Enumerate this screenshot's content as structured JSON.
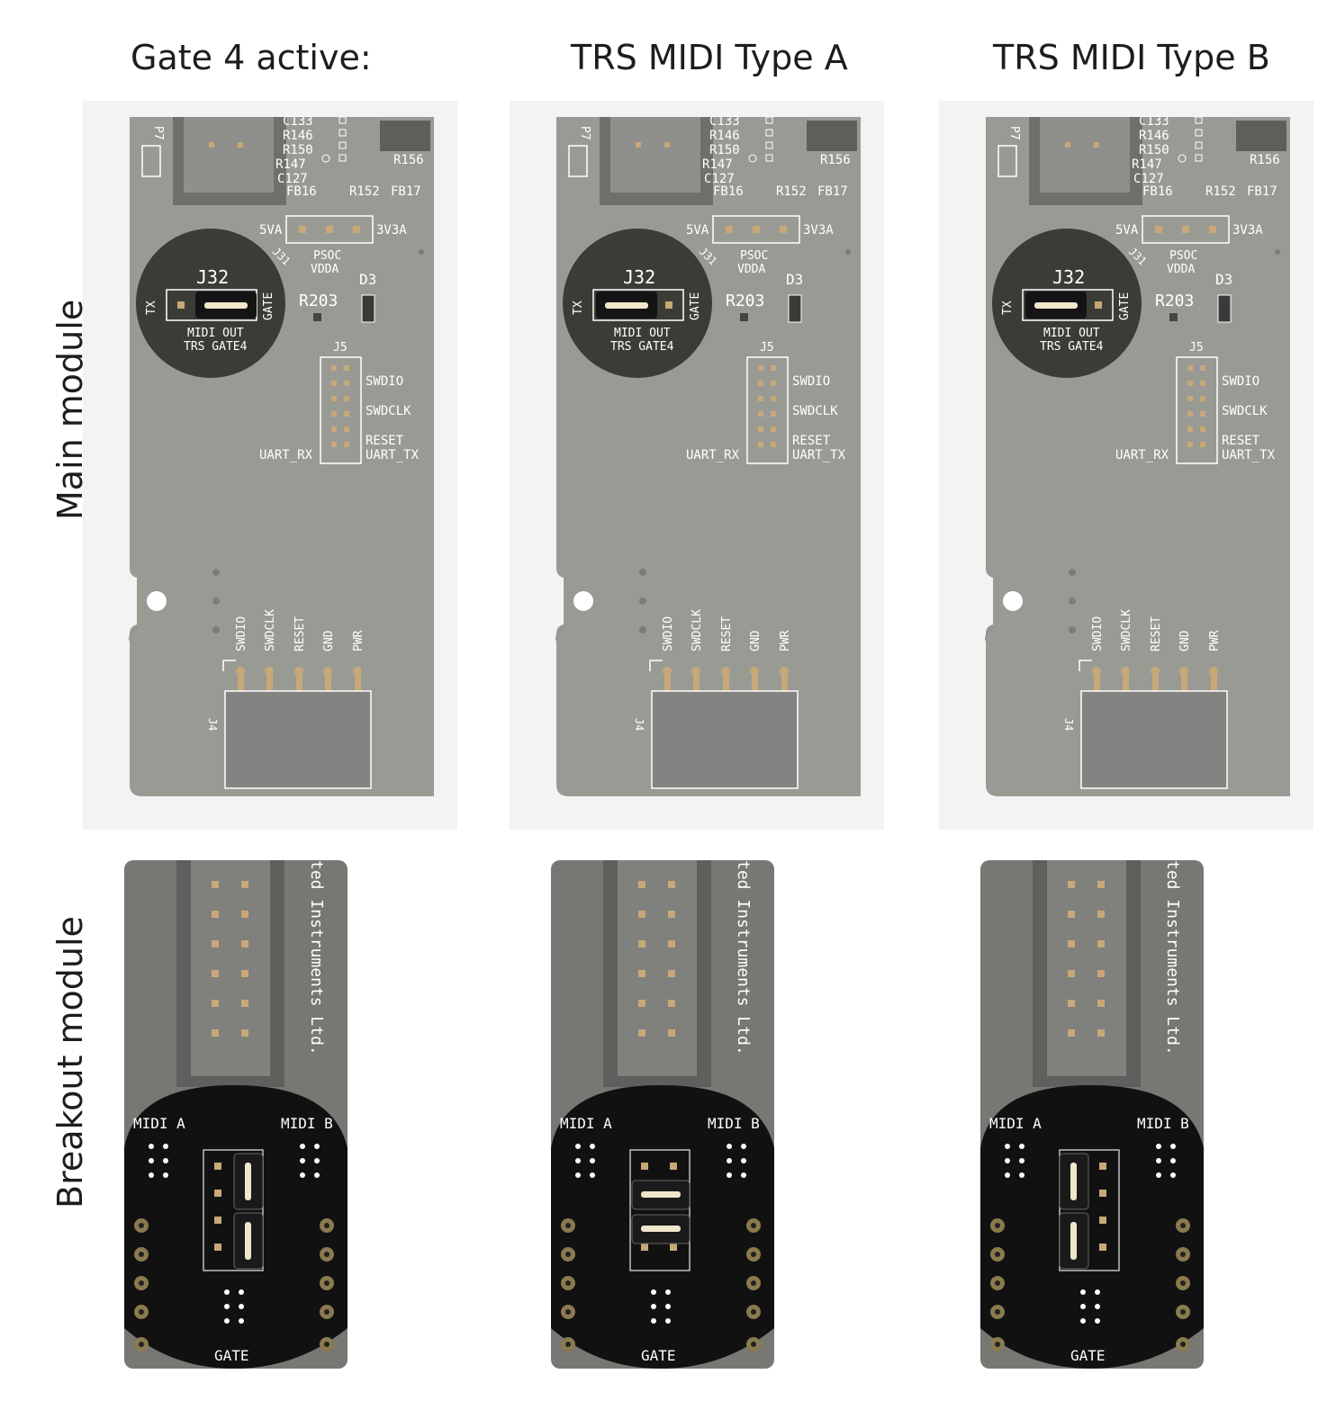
{
  "columns": [
    {
      "title": "Gate 4 active:",
      "main_jumper": "gate",
      "breakout_jumper": "gate"
    },
    {
      "title": "TRS MIDI Type A",
      "main_jumper": "tx",
      "breakout_jumper": "type-a"
    },
    {
      "title": "TRS MIDI Type B",
      "main_jumper": "tx",
      "breakout_jumper": "type-b"
    }
  ],
  "rows": {
    "main": "Main module",
    "breakout": "Breakout module"
  },
  "main_board": {
    "labels_top": [
      "C133",
      "R146",
      "R150",
      "R147",
      "C127"
    ],
    "r156": "R156",
    "fb_row": [
      "FB16",
      "R152",
      "FB17"
    ],
    "p7": "P7",
    "j31": {
      "left": "5VA",
      "right": "3V3A",
      "name": "J31",
      "sub1": "PSOC",
      "sub2": "VDDA"
    },
    "j32": {
      "name": "J32",
      "left": "TX",
      "right": "GATE",
      "sub1": "MIDI OUT",
      "sub2": "TRS GATE4"
    },
    "d3": "D3",
    "r203": "R203",
    "j5": {
      "name": "J5",
      "pins": [
        "SWDIO",
        "SWDCLK",
        "RESET",
        "UART_TX"
      ],
      "left": "UART_RX"
    },
    "j4": {
      "name": "J4",
      "pins": [
        "SWDIO",
        "SWDCLK",
        "RESET",
        "GND",
        "PWR"
      ]
    }
  },
  "breakout_board": {
    "vendor_text": "ted Instruments Ltd.",
    "midi_a": "MIDI A",
    "midi_b": "MIDI B",
    "gate": "GATE"
  },
  "colors": {
    "board": "#9a9a95",
    "board_dark": "#777774",
    "mask_black": "#111111",
    "pad": "#c8a878",
    "circle": "#3c3c37"
  }
}
